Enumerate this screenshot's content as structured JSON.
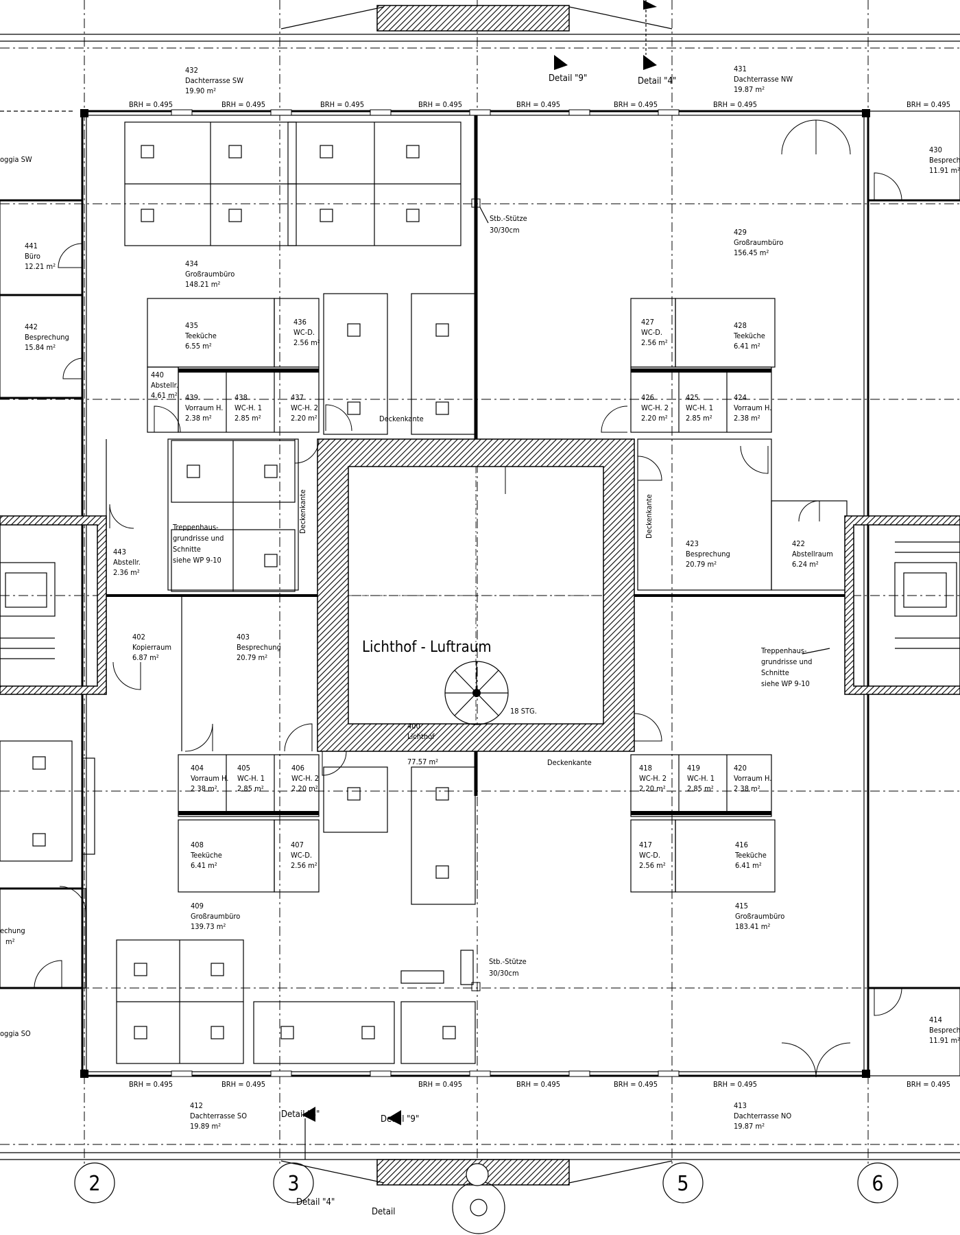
{
  "grid_axes": [
    "2",
    "3",
    "5",
    "6"
  ],
  "details": [
    "Detail \"9\"",
    "Detail \"4\"",
    "Detail \"4\"",
    "Detail \"9\"",
    "Detail \"4\"",
    "Detail"
  ],
  "brh": "BRH = 0.495",
  "central_void": "Lichthof - Luftraum",
  "column_note": [
    "Stb.-Stütze",
    "30/30cm"
  ],
  "stair_label": "18 STG.",
  "edge_label": "Deckenkante",
  "stair_ref": [
    "Treppenhaus-",
    "grundrisse und",
    "Schnitte",
    "siehe WP 9-10"
  ],
  "rooms": {
    "r432": [
      "432",
      "Dachterrasse SW",
      "19.90 m²"
    ],
    "r431": [
      "431",
      "Dachterrasse NW",
      "19.87 m²"
    ],
    "r430": [
      "430",
      "Besprechung",
      "11.91 m²"
    ],
    "r429": [
      "429",
      "Großraumbüro",
      "156.45 m²"
    ],
    "r434": [
      "434",
      "Großraumbüro",
      "148.21 m²"
    ],
    "r441": [
      "441",
      "Büro",
      "12.21 m²"
    ],
    "r442": [
      "442",
      "Besprechung",
      "15.84 m²"
    ],
    "r435": [
      "435",
      "Teeküche",
      "6.55 m²"
    ],
    "r436": [
      "436",
      "WC-D.",
      "2.56 m²"
    ],
    "r440": [
      "440",
      "Abstellr.",
      "4.61 m²"
    ],
    "r439": [
      "439",
      "Vorraum H.",
      "2.38 m²"
    ],
    "r438": [
      "438",
      "WC-H. 1",
      "2.85 m²"
    ],
    "r437": [
      "437",
      "WC-H. 2",
      "2.20 m²"
    ],
    "r427": [
      "427",
      "WC-D.",
      "2.56 m²"
    ],
    "r428": [
      "428",
      "Teeküche",
      "6.41 m²"
    ],
    "r426": [
      "426",
      "WC-H. 2",
      "2.20 m²"
    ],
    "r425": [
      "425",
      "WC-H. 1",
      "2.85 m²"
    ],
    "r424": [
      "424",
      "Vorraum H.",
      "2.38 m²"
    ],
    "r443": [
      "443",
      "Abstellr.",
      "2.36 m²"
    ],
    "r423": [
      "423",
      "Besprechung",
      "20.79 m²"
    ],
    "r422": [
      "422",
      "Abstellraum",
      "6.24 m²"
    ],
    "r402": [
      "402",
      "Kopierraum",
      "6.87 m²"
    ],
    "r403": [
      "403",
      "Besprechung",
      "20.79 m²"
    ],
    "r400": [
      "400",
      "Lichthof",
      "77.57 m²"
    ],
    "r404": [
      "404",
      "Vorraum H.",
      "2.38 m²"
    ],
    "r405": [
      "405",
      "WC-H. 1",
      "2.85 m²"
    ],
    "r406": [
      "406",
      "WC-H. 2",
      "2.20 m²"
    ],
    "r418": [
      "418",
      "WC-H. 2",
      "2.20 m²"
    ],
    "r419": [
      "419",
      "WC-H. 1",
      "2.85 m²"
    ],
    "r420": [
      "420",
      "Vorraum H.",
      "2.38 m²"
    ],
    "r408": [
      "408",
      "Teeküche",
      "6.41 m²"
    ],
    "r407": [
      "407",
      "WC-D.",
      "2.56 m²"
    ],
    "r417": [
      "417",
      "WC-D.",
      "2.56 m²"
    ],
    "r416": [
      "416",
      "Teeküche",
      "6.41 m²"
    ],
    "r409": [
      "409",
      "Großraumbüro",
      "139.73 m²"
    ],
    "r415": [
      "415",
      "Großraumbüro",
      "183.41 m²"
    ],
    "r414": [
      "414",
      "Besprechung",
      "11.91 m²"
    ],
    "r412": [
      "412",
      "Dachterrasse SO",
      "19.89 m²"
    ],
    "r413": [
      "413",
      "Dachterrasse NO",
      "19.87 m²"
    ]
  },
  "partial_labels": {
    "loggia_sw": "oggia SW",
    "loggia_so": "oggia SO",
    "besp_left": [
      "echung",
      "m²"
    ]
  }
}
